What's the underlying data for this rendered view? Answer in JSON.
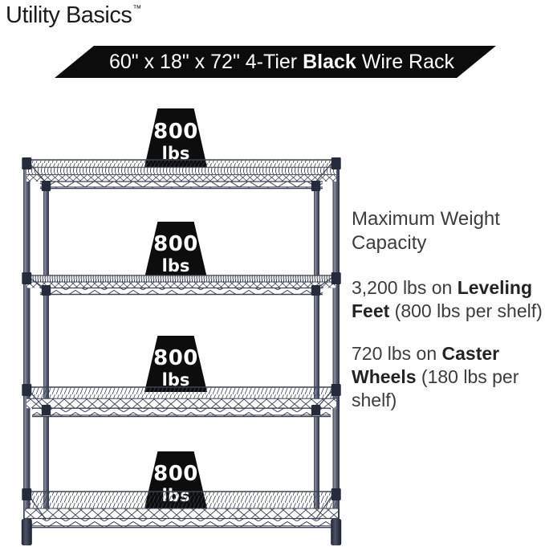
{
  "brand": {
    "name": "Utility Basics",
    "trademark": "™"
  },
  "banner": {
    "part1": "60\" x 18\" x 72\" 4-Tier ",
    "highlight": "Black",
    "part2": " Wire Rack",
    "bg_color": "#0c0c0c",
    "text_color": "#ffffff"
  },
  "weights": [
    {
      "value": "800",
      "unit": "lbs"
    },
    {
      "value": "800",
      "unit": "lbs"
    },
    {
      "value": "800",
      "unit": "lbs"
    },
    {
      "value": "800",
      "unit": "lbs"
    }
  ],
  "captions": {
    "heading": "Maximum Weight Capacity",
    "leveling_prefix": "3,200 lbs on ",
    "leveling_bold": "Leveling Feet",
    "leveling_suffix": " (800 lbs per shelf)",
    "caster_prefix": "720 lbs on ",
    "caster_bold": "Caster Wheels",
    "caster_suffix": " (180 lbs per shelf)"
  },
  "rack": {
    "tiers": 4,
    "wire_color": "#3c4254",
    "weight_block_color": "#0d0d0d"
  }
}
